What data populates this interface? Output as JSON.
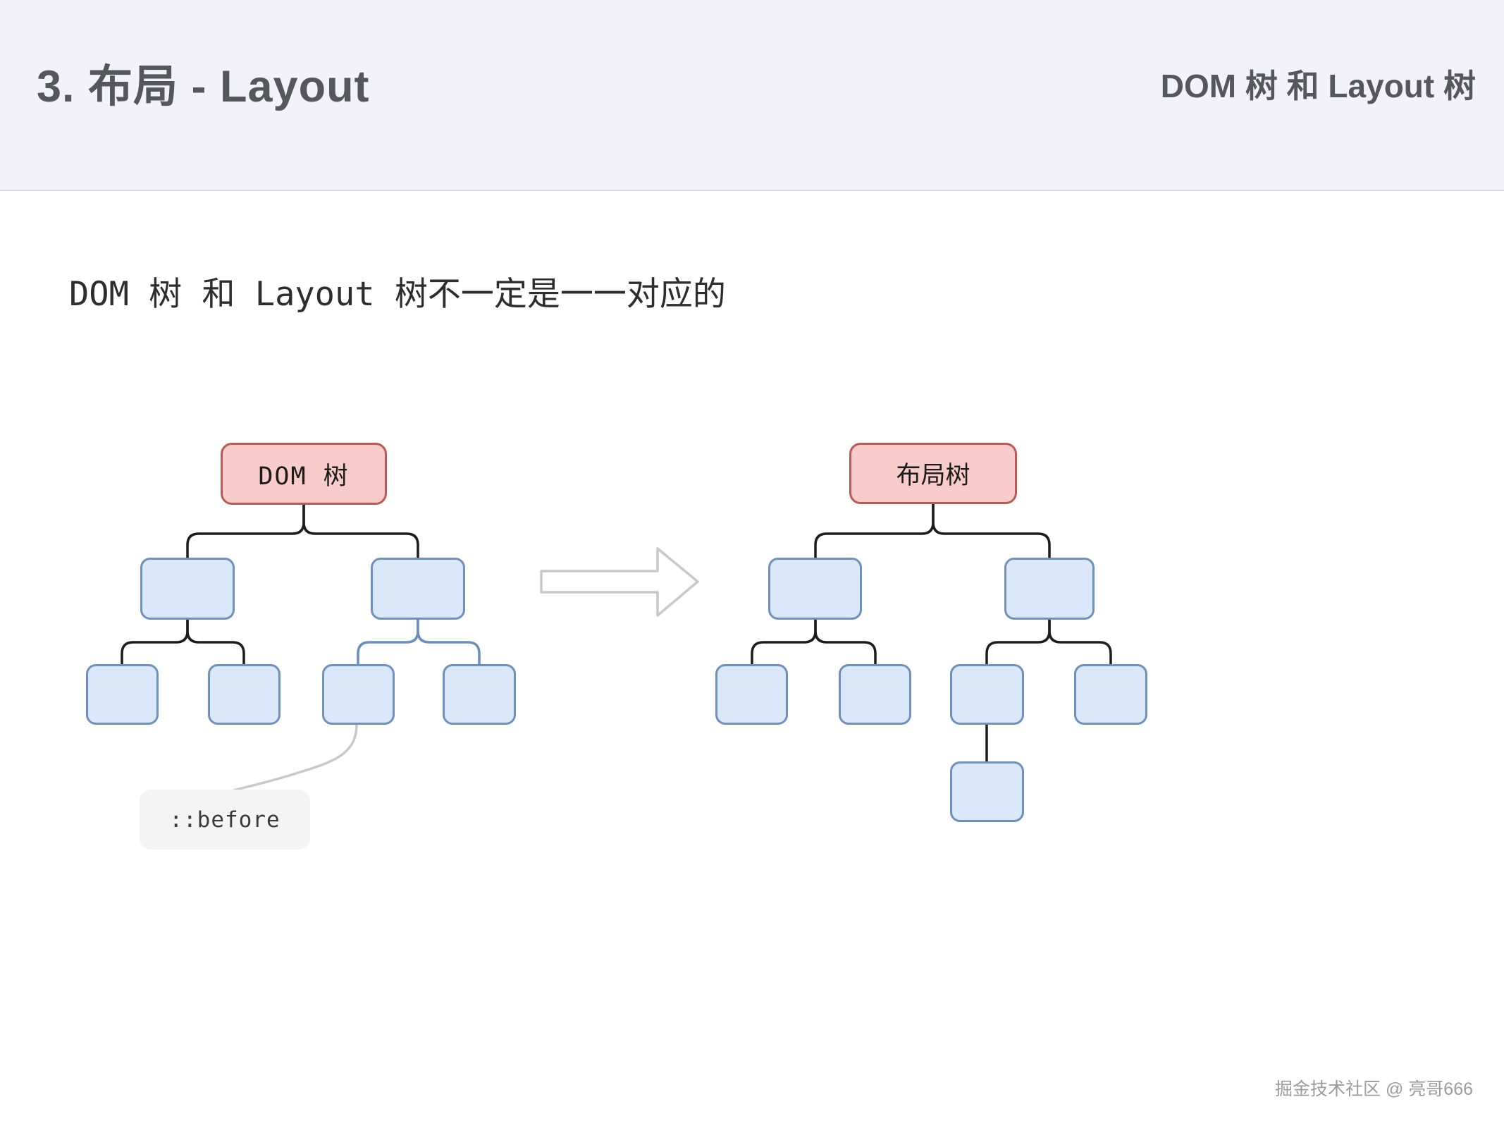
{
  "header": {
    "title": "3. 布局 - Layout",
    "subtitle_right": "DOM 树 和 Layout 树"
  },
  "main": {
    "statement": "DOM 树 和 Layout 树不一定是一一对应的"
  },
  "diagram": {
    "dom_tree": {
      "root_label": "DOM 树",
      "pseudo_label": "::before",
      "structure": "root with 2 children; each child has 2 leaf children; 3rd leaf is linked by a gray curve to a ::before pseudo-element tag"
    },
    "layout_tree": {
      "root_label": "布局树",
      "structure": "root with 2 children; each child has 2 leaf children; 3rd leaf has one extra child node below (the ::before becomes a real layout node)"
    },
    "arrow": "hollow right arrow between the two trees",
    "colors": {
      "root_fill": "#f8cccb",
      "root_stroke": "#bb5a55",
      "node_fill": "#dbe8f9",
      "node_stroke": "#7090bd",
      "connector_black": "#1c1c1c",
      "connector_blue": "#6c8ebf",
      "connector_gray": "#c9c9c9",
      "arrow_stroke": "#c9c9c9",
      "pseudo_bg": "#f4f4f4",
      "header_bg": "#f3f2fa"
    }
  },
  "footer": {
    "watermark": "掘金技术社区 @ 亮哥666"
  }
}
